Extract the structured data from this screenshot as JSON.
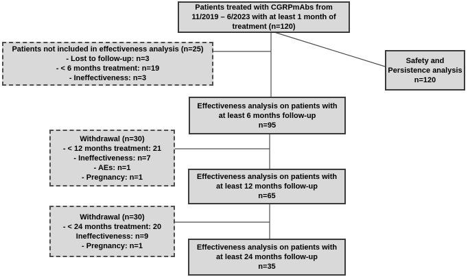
{
  "diagram": {
    "type": "flowchart",
    "colors": {
      "box_fill": "#d9d9d9",
      "solid_border": "#3a3a3a",
      "dashed_border": "#4d4d4d",
      "connector_line": "#4d4d4d",
      "text": "#000000",
      "background": "#ffffff"
    },
    "boxes": {
      "enrolled": {
        "lines": [
          "Patients treated with CGRPmAbs from",
          "11/2019 – 6/2023 with at least 1 month of",
          "treatment (n=120)"
        ]
      },
      "excluded": {
        "lines": [
          "Patients not included in effectiveness analysis (n=25)",
          "- Lost to follow-up: n=3",
          "- < 6 months treatment: n=19",
          "- Ineffectiveness: n=3"
        ]
      },
      "safety": {
        "lines": [
          "Safety and",
          "Persistence analysis",
          "n=120"
        ]
      },
      "eff6": {
        "lines": [
          "Effectiveness  analysis on patients with",
          "at least 6 months follow-up",
          "n=95"
        ]
      },
      "withdrawal12": {
        "lines": [
          "Withdrawal (n=30)",
          "- < 12 months treatment: 21",
          "- Ineffectiveness: n=7",
          "- AEs: n=1",
          "- Pregnancy: n=1"
        ]
      },
      "eff12": {
        "lines": [
          "Effectiveness analysis on patients  with",
          "at least 12 months follow-up",
          "n=65"
        ]
      },
      "withdrawal24": {
        "lines": [
          "Withdrawal (n=30)",
          "- < 24 months treatment: 20",
          "Ineffectiveness: n=9",
          "- Pregnancy: n=1"
        ]
      },
      "eff24": {
        "lines": [
          "Effectiveness analysis on patients  with",
          "at least 24 months follow-up",
          "n=35"
        ]
      }
    }
  }
}
